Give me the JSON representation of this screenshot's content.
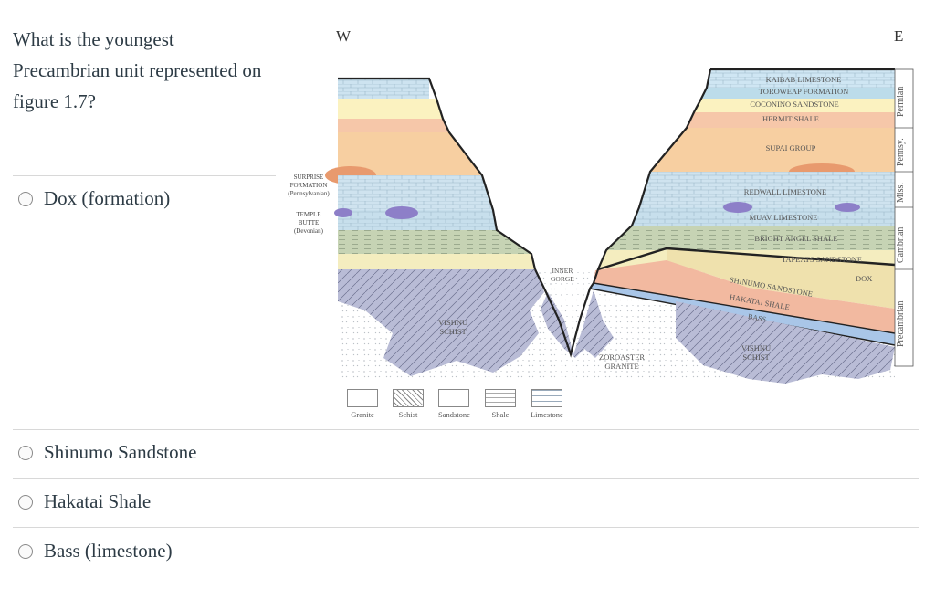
{
  "question": {
    "text": "What is the youngest Precambrian unit represented on figure 1.7?"
  },
  "options": [
    {
      "label": "Dox (formation)",
      "selected": false
    },
    {
      "label": "Shinumo Sandstone",
      "selected": false
    },
    {
      "label": "Hakatai Shale",
      "selected": false
    },
    {
      "label": "Bass (limestone)",
      "selected": false
    }
  ],
  "figure": {
    "compass": {
      "west": "W",
      "east": "E"
    },
    "west_notes": {
      "surprise": [
        "SURPRISE",
        "FORMATION",
        "(Pennsylvanian)"
      ],
      "temple": [
        "TEMPLE",
        "BUTTE",
        "(Devonian)"
      ]
    },
    "east_layers": [
      {
        "name": "KAIBAB LIMESTONE",
        "color": "#cfe6f3"
      },
      {
        "name": "TOROWEAP FORMATION",
        "color": "#bcdcea"
      },
      {
        "name": "COCONINO SANDSTONE",
        "color": "#fbf2c0"
      },
      {
        "name": "HERMIT SHALE",
        "color": "#f6c7a9"
      },
      {
        "name": "SUPAI GROUP",
        "color": "#f7cfa1"
      },
      {
        "name": "REDWALL LIMESTONE",
        "color": "#cfe3ef"
      },
      {
        "name": "MUAV LIMESTONE",
        "color": "#c7dfec"
      },
      {
        "name": "BRIGHT ANGEL SHALE",
        "color": "#c6d3b4"
      },
      {
        "name": "TAPEATS SANDSTONE",
        "color": "#f4edbf"
      }
    ],
    "precambrian_labels": {
      "dox": "DOX",
      "shinumo": "SHINUMO SANDSTONE",
      "hakatai": "HAKATAI SHALE",
      "bass": "BASS",
      "vishnu_west": [
        "VISHNU",
        "SCHIST"
      ],
      "vishnu_east": [
        "VISHNU",
        "SCHIST"
      ],
      "zoroaster": [
        "ZOROASTER",
        "GRANITE"
      ],
      "inner_gorge": [
        "INNER",
        "GORGE"
      ]
    },
    "periods": [
      "Permian",
      "Pennsy.",
      "Miss.",
      "Cambrian",
      "Precambrian"
    ],
    "legend": [
      "Granite",
      "Schist",
      "Sandstone",
      "Shale",
      "Limestone"
    ]
  }
}
